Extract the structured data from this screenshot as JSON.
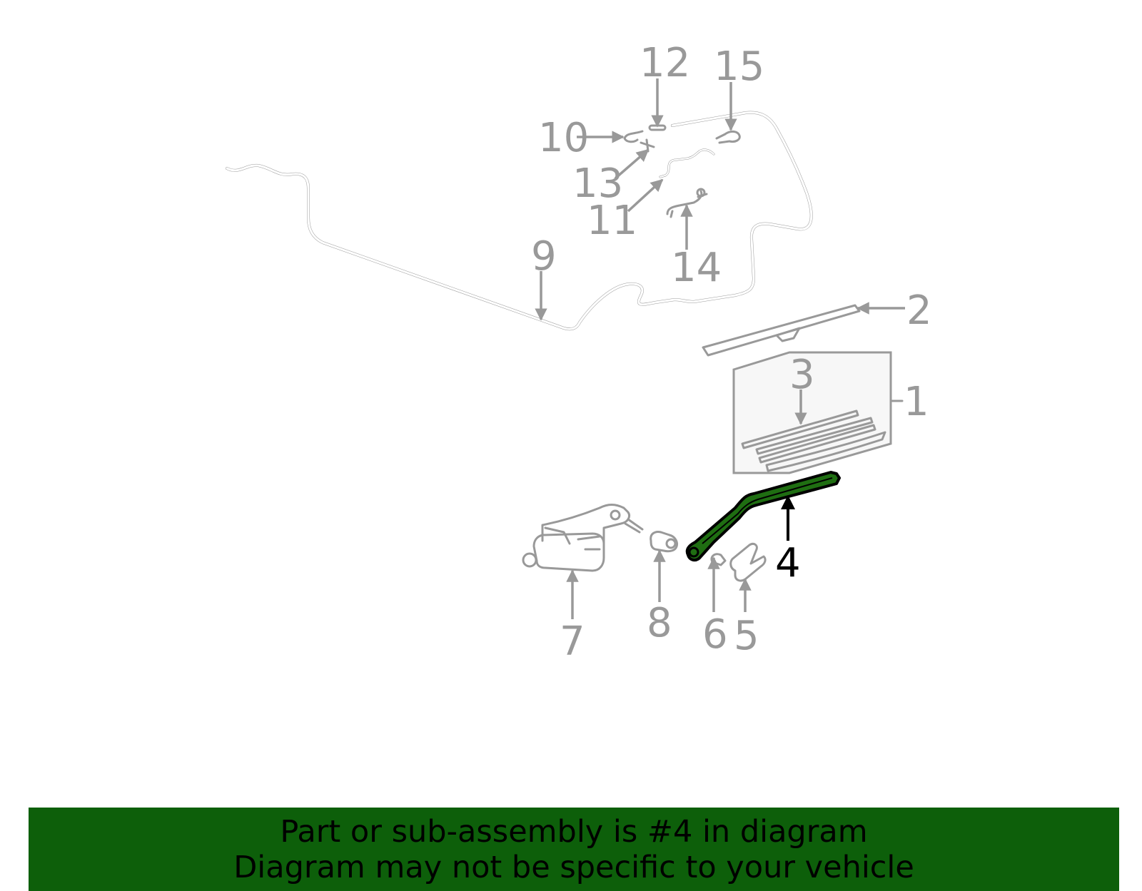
{
  "callouts": {
    "c1": "1",
    "c2": "2",
    "c3": "3",
    "c4": "4",
    "c5": "5",
    "c6": "6",
    "c7": "7",
    "c8": "8",
    "c9": "9",
    "c10": "10",
    "c11": "11",
    "c12": "12",
    "c13": "13",
    "c14": "14",
    "c15": "15"
  },
  "highlighted_part": "4",
  "colors": {
    "highlight": "#1f6e12",
    "banner": "#0d5f0a",
    "linework": "#999999"
  },
  "banner": {
    "line1": "Part or sub-assembly is #4 in diagram",
    "line2": "Diagram may not be specific to your vehicle"
  }
}
